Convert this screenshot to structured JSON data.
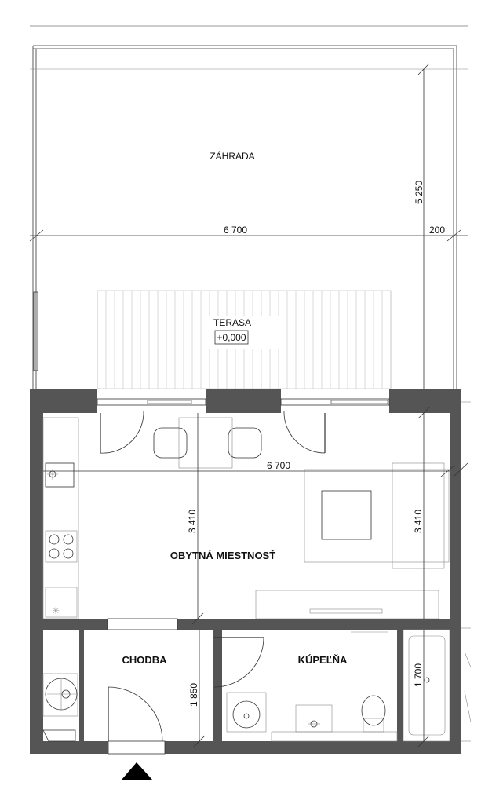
{
  "rooms": {
    "garden": "ZÁHRADA",
    "terrace": "TERASA",
    "terrace_level": "+0,000",
    "living_room": "OBYTNÁ MIESTNOSŤ",
    "hallway": "CHODBA",
    "bathroom": "KÚPEĽŇA"
  },
  "dimensions": {
    "garden_width": "6 700",
    "garden_side_width": "200",
    "garden_depth": "5 250",
    "living_width": "6 700",
    "living_depth_left": "3 410",
    "living_depth_right": "3 410",
    "hallway_depth": "1 850",
    "bath_depth": "1 700"
  },
  "colors": {
    "wall": "#555555",
    "line": "#333333",
    "light_line": "#888888",
    "entrance_arrow": "#000000"
  },
  "icons": {
    "entrance": "entrance-arrow-icon"
  }
}
